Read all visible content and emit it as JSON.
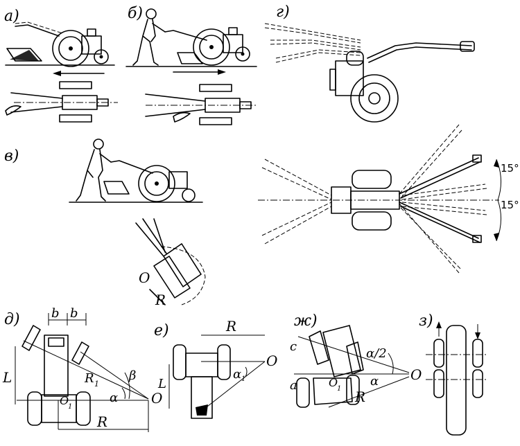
{
  "panels": {
    "a": {
      "label": "а)"
    },
    "b": {
      "label": "б)"
    },
    "v": {
      "label": "в)"
    },
    "g": {
      "label": "г)"
    },
    "d": {
      "label": "д)"
    },
    "e": {
      "label": "е)"
    },
    "zh": {
      "label": "ж)"
    },
    "z": {
      "label": "з)"
    }
  },
  "angles": {
    "upper": "15°",
    "lower": "15°"
  },
  "symbols": {
    "O": "O",
    "O1": "O",
    "sub1": "1",
    "R": "R",
    "R1": "R",
    "L": "L",
    "b": "b",
    "alpha": "α",
    "beta": "β",
    "alpha1": "α",
    "c": "c",
    "a": "a",
    "alpha_half": "α/2"
  },
  "colors": {
    "ink": "#000000",
    "paper": "#ffffff"
  }
}
